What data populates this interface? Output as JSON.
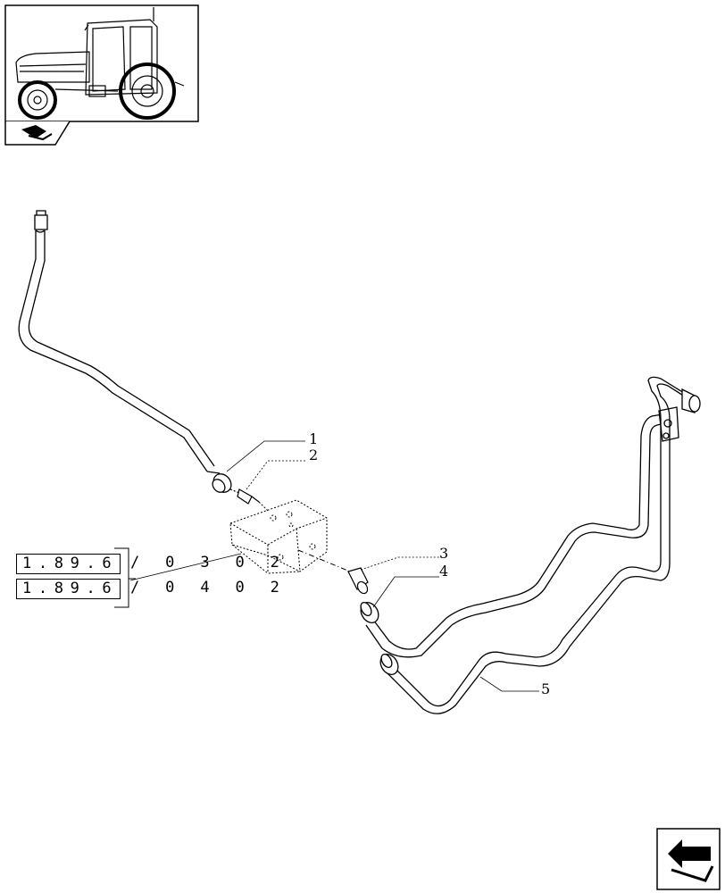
{
  "callouts": [
    "1",
    "2",
    "3",
    "4",
    "5"
  ],
  "references": [
    {
      "code": "1.89.6",
      "suffix": "/ 0 3    0 2"
    },
    {
      "code": "1.89.6",
      "suffix": "/ 0 4    0 2"
    }
  ],
  "thumbnail": {
    "icon": "tractor-thumbnail-icon",
    "tab_icon": "book-tab-icon"
  },
  "navigation": {
    "icon": "next-page-arrow-icon"
  }
}
